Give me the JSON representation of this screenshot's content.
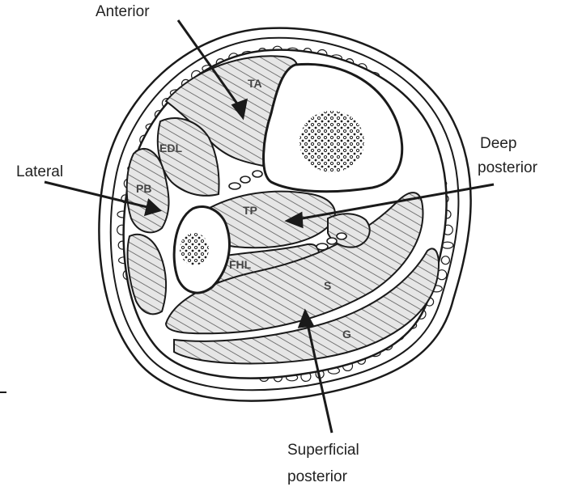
{
  "labels": {
    "anterior": "Anterior",
    "lateral": "Lateral",
    "deep_posterior_line1": "Deep",
    "deep_posterior_line2": "posterior",
    "superficial_posterior_line1": "Superficial",
    "superficial_posterior_line2": "posterior"
  },
  "muscle_abbreviations": {
    "ta": "TA",
    "edl": "EDL",
    "pb": "PB",
    "tp": "TP",
    "fhl": "FHL",
    "s": "S",
    "g": "G"
  },
  "colors": {
    "ink": "#1a1a1a",
    "paper": "#ffffff",
    "muscle": "#d9d9d9"
  }
}
